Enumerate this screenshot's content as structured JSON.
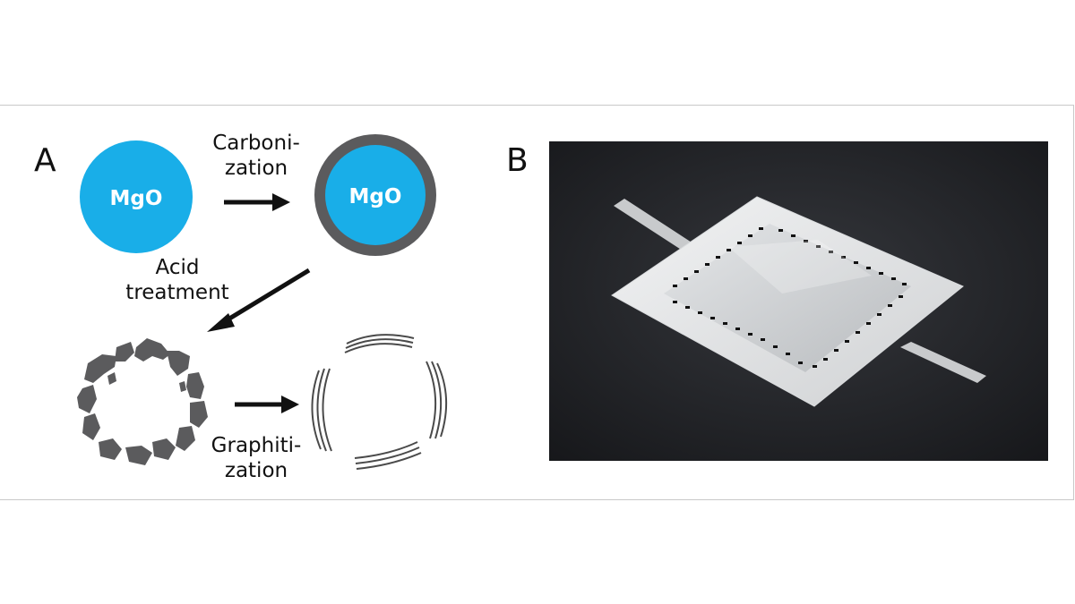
{
  "figure": {
    "panel_a_label": "A",
    "panel_b_label": "B",
    "steps": {
      "carbonization_line1": "Carboni-",
      "carbonization_line2": "zation",
      "acid_line1": "Acid",
      "acid_line2": "treatment",
      "graphitization_line1": "Graphiti-",
      "graphitization_line2": "zation"
    },
    "particles": {
      "mgo_bare_label": "MgO",
      "mgo_coated_label": "MgO"
    },
    "colors": {
      "mgo_blue": "#19aee8",
      "carbon_shell": "#5b5b5d",
      "arrow": "#111111",
      "photo_background": "#1e2024",
      "pouch": "#e8e9ea"
    }
  }
}
